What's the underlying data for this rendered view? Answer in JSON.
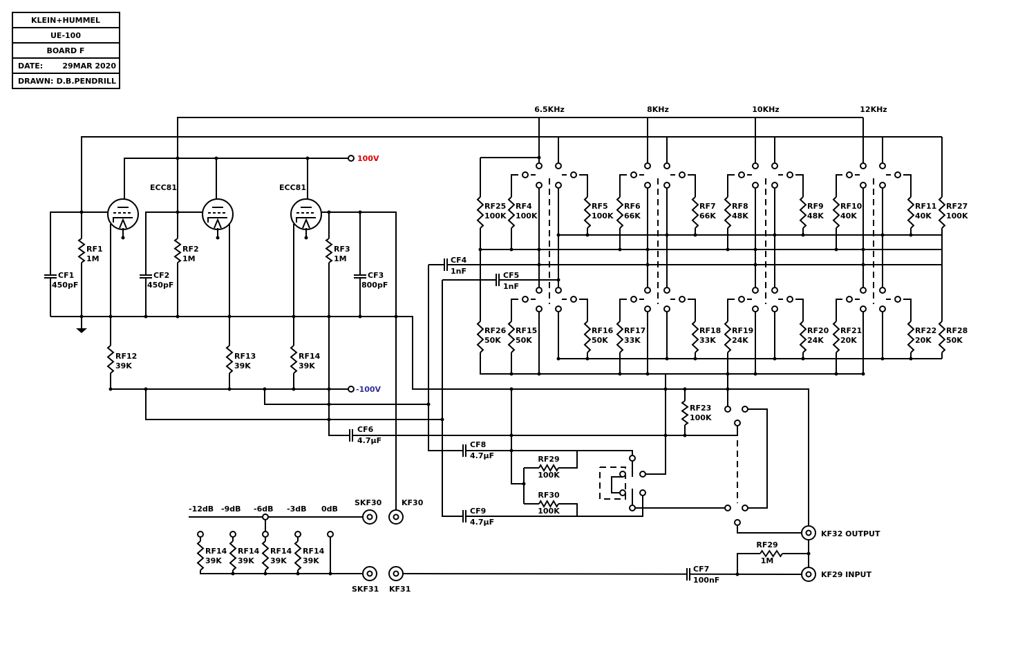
{
  "title_block": {
    "company": "KLEIN+HUMMEL",
    "model": "UE-100",
    "board": "BOARD  F",
    "date_label": "DATE:",
    "date": "29MAR 2020",
    "drawn_label": "DRAWN:",
    "drawn_by": "D.B.PENDRILL"
  },
  "supply": {
    "positive": "100V",
    "negative": "-100V",
    "positive_color": "#e00000",
    "negative_color": "#30309a"
  },
  "tubes": [
    "ECC81",
    "ECC81"
  ],
  "frequencies": [
    "6.5KHz",
    "8KHz",
    "10KHz",
    "12KHz"
  ],
  "attenuator_levels": [
    "-12dB",
    "-9dB",
    "-6dB",
    "-3dB",
    "0dB"
  ],
  "connectors": [
    "SKF30",
    "KF30",
    "SKF31",
    "KF31",
    "KF32 OUTPUT",
    "KF29 INPUT"
  ],
  "components": [
    {
      "ref": "RF1",
      "value": "1M"
    },
    {
      "ref": "RF2",
      "value": "1M"
    },
    {
      "ref": "RF3",
      "value": "1M"
    },
    {
      "ref": "CF1",
      "value": "450pF"
    },
    {
      "ref": "CF2",
      "value": "450pF"
    },
    {
      "ref": "CF3",
      "value": "800pF"
    },
    {
      "ref": "RF12",
      "value": "39K"
    },
    {
      "ref": "RF13",
      "value": "39K"
    },
    {
      "ref": "RF14",
      "value": "39K"
    },
    {
      "ref": "CF4",
      "value": "1nF"
    },
    {
      "ref": "CF5",
      "value": "1nF"
    },
    {
      "ref": "CF6",
      "value": "4.7µF"
    },
    {
      "ref": "CF8",
      "value": "4.7µF"
    },
    {
      "ref": "CF9",
      "value": "4.7µF"
    },
    {
      "ref": "RF29",
      "value": "100K"
    },
    {
      "ref": "RF30",
      "value": "100K"
    },
    {
      "ref": "RF23",
      "value": "100K"
    },
    {
      "ref": "RF29",
      "value": "1M"
    },
    {
      "ref": "CF7",
      "value": "100nF"
    },
    {
      "ref": "RF14",
      "value": "39K"
    },
    {
      "ref": "RF14",
      "value": "39K"
    },
    {
      "ref": "RF14",
      "value": "39K"
    },
    {
      "ref": "RF14",
      "value": "39K"
    },
    {
      "ref": "RF25",
      "value": "100K"
    },
    {
      "ref": "RF4",
      "value": "100K"
    },
    {
      "ref": "RF5",
      "value": "100K"
    },
    {
      "ref": "RF6",
      "value": "66K"
    },
    {
      "ref": "RF7",
      "value": "66K"
    },
    {
      "ref": "RF8",
      "value": "48K"
    },
    {
      "ref": "RF9",
      "value": "48K"
    },
    {
      "ref": "RF10",
      "value": "40K"
    },
    {
      "ref": "RF11",
      "value": "40K"
    },
    {
      "ref": "RF27",
      "value": "100K"
    },
    {
      "ref": "RF26",
      "value": "50K"
    },
    {
      "ref": "RF15",
      "value": "50K"
    },
    {
      "ref": "RF16",
      "value": "50K"
    },
    {
      "ref": "RF17",
      "value": "33K"
    },
    {
      "ref": "RF18",
      "value": "33K"
    },
    {
      "ref": "RF19",
      "value": "24K"
    },
    {
      "ref": "RF20",
      "value": "24K"
    },
    {
      "ref": "RF21",
      "value": "20K"
    },
    {
      "ref": "RF22",
      "value": "20K"
    },
    {
      "ref": "RF28",
      "value": "50K"
    }
  ]
}
